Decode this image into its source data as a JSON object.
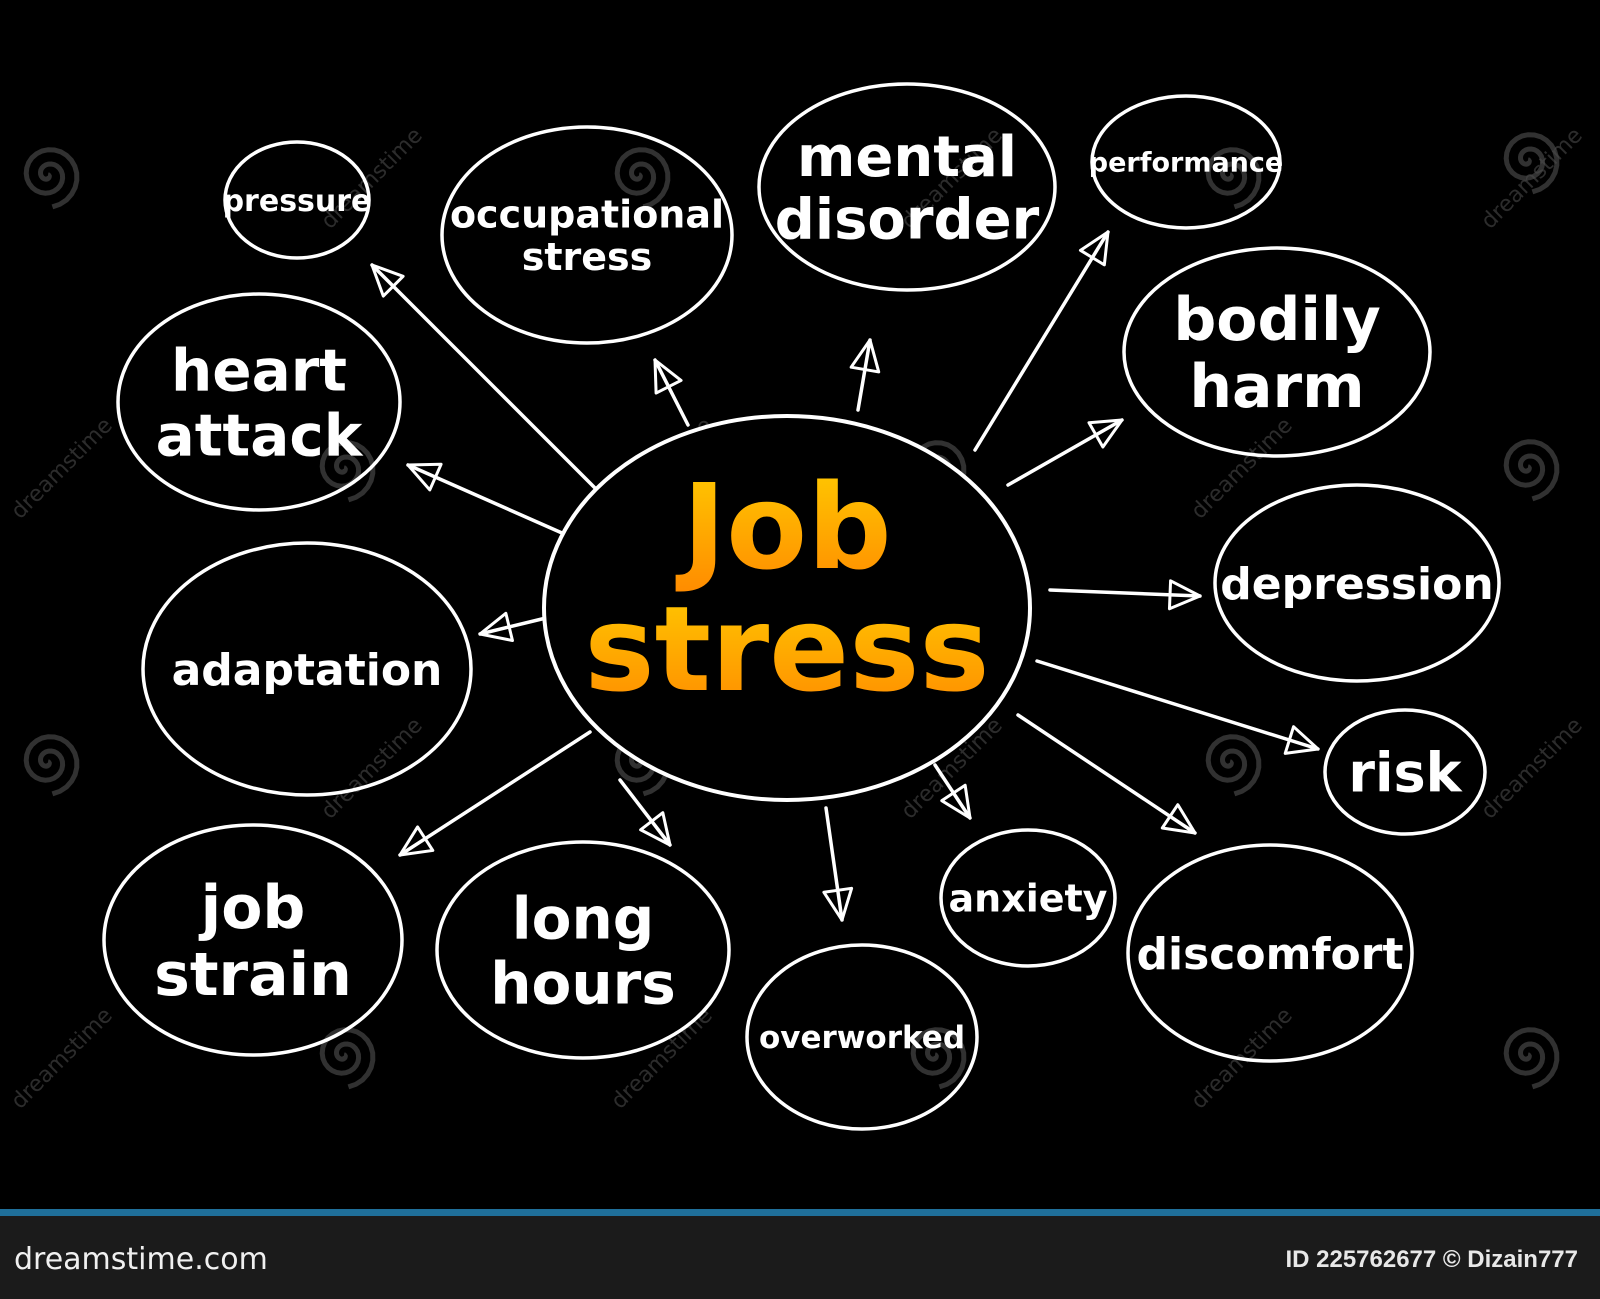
{
  "center": {
    "line1": "Job",
    "line2": "stress"
  },
  "nodes": [
    {
      "id": "pressure",
      "lines": [
        "pressure"
      ]
    },
    {
      "id": "occupational-stress",
      "lines": [
        "occupational",
        "stress"
      ]
    },
    {
      "id": "mental-disorder",
      "lines": [
        "mental",
        "disorder"
      ]
    },
    {
      "id": "performance",
      "lines": [
        "performance"
      ]
    },
    {
      "id": "heart-attack",
      "lines": [
        "heart",
        "attack"
      ]
    },
    {
      "id": "bodily-harm",
      "lines": [
        "bodily",
        "harm"
      ]
    },
    {
      "id": "depression",
      "lines": [
        "depression"
      ]
    },
    {
      "id": "adaptation",
      "lines": [
        "adaptation"
      ]
    },
    {
      "id": "risk",
      "lines": [
        "risk"
      ]
    },
    {
      "id": "job-strain",
      "lines": [
        "job",
        "strain"
      ]
    },
    {
      "id": "long-hours",
      "lines": [
        "long",
        "hours"
      ]
    },
    {
      "id": "overworked",
      "lines": [
        "overworked"
      ]
    },
    {
      "id": "anxiety",
      "lines": [
        "anxiety"
      ]
    },
    {
      "id": "discomfort",
      "lines": [
        "discomfort"
      ]
    }
  ],
  "colors": {
    "background": "#000000",
    "outline": "#ffffff",
    "center_gradient_top": "#ffcc00",
    "center_gradient_bottom": "#ff8a00",
    "footer_bar": "#1f6f9a"
  },
  "watermark": {
    "text": "dreamstime",
    "icon": "spiral-logo-icon"
  },
  "footer": {
    "site": "dreamstime.com",
    "id_text": "ID 225762677 © Dizain777"
  }
}
